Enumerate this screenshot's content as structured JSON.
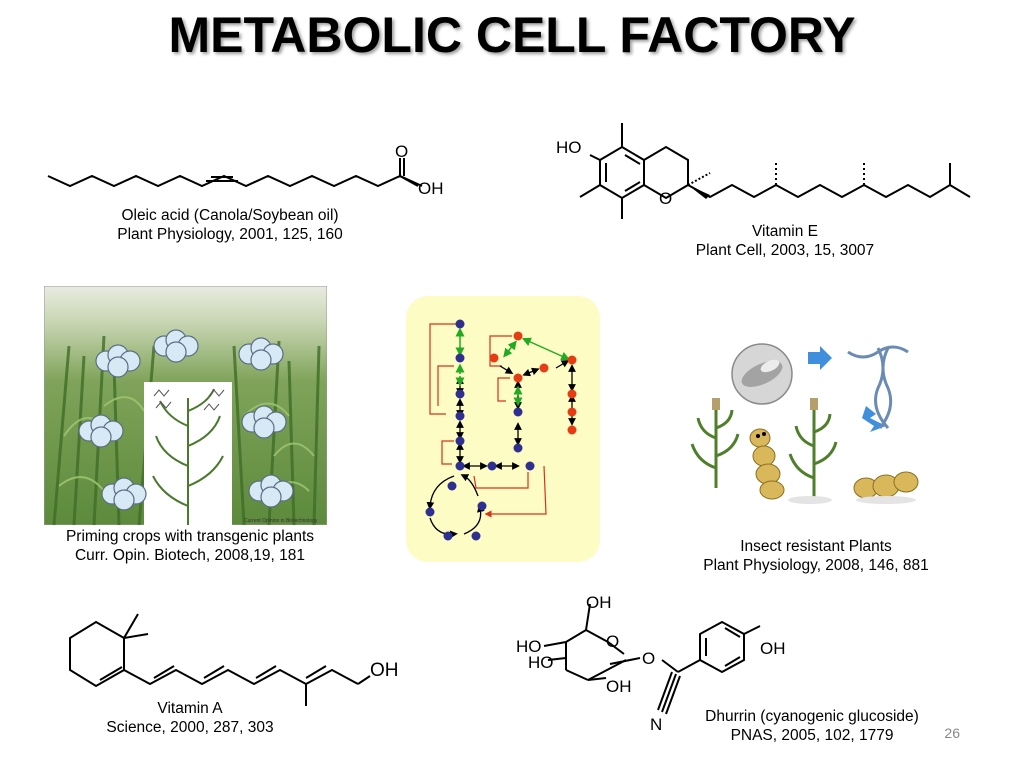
{
  "slide": {
    "title": "METABOLIC CELL FACTORY",
    "page_number": "26"
  },
  "oleic": {
    "caption_line1": "Oleic acid (Canola/Soybean oil)",
    "caption_line2": "Plant Physiology, 2001, 125, 160",
    "atom_o": "O",
    "atom_oh": "OH"
  },
  "vitamin_e": {
    "caption_line1": "Vitamin E",
    "caption_line2": "Plant Cell, 2003, 15, 3007",
    "atom_ho": "HO",
    "atom_o": "O"
  },
  "priming": {
    "caption_line1": "Priming crops with transgenic plants",
    "caption_line2": "Curr. Opin. Biotech, 2008,19, 181",
    "photo_credit": "Current Opinion in Biotechnology"
  },
  "insect": {
    "caption_line1": "Insect resistant Plants",
    "caption_line2": "Plant Physiology, 2008, 146, 881"
  },
  "vitamin_a": {
    "caption_line1": "Vitamin A",
    "caption_line2": "Science, 2000, 287, 303",
    "atom_oh": "OH"
  },
  "dhurrin": {
    "caption_line1": "Dhurrin (cyanogenic glucoside)",
    "caption_line2": "PNAS, 2005, 102, 1779",
    "atom_oh_top": "OH",
    "atom_ho_1": "HO",
    "atom_ho_2": "HO",
    "atom_o_ring": "O",
    "atom_o_link": "O",
    "atom_oh_bottom": "OH",
    "atom_oh_phenol": "OH",
    "atom_n": "N"
  },
  "colors": {
    "node_blue": "#2f2f8f",
    "node_red": "#e63c14",
    "arrow_green": "#22aa22",
    "panel_yellow": "#fdfcc4",
    "inhibit_red": "#d9321a"
  }
}
